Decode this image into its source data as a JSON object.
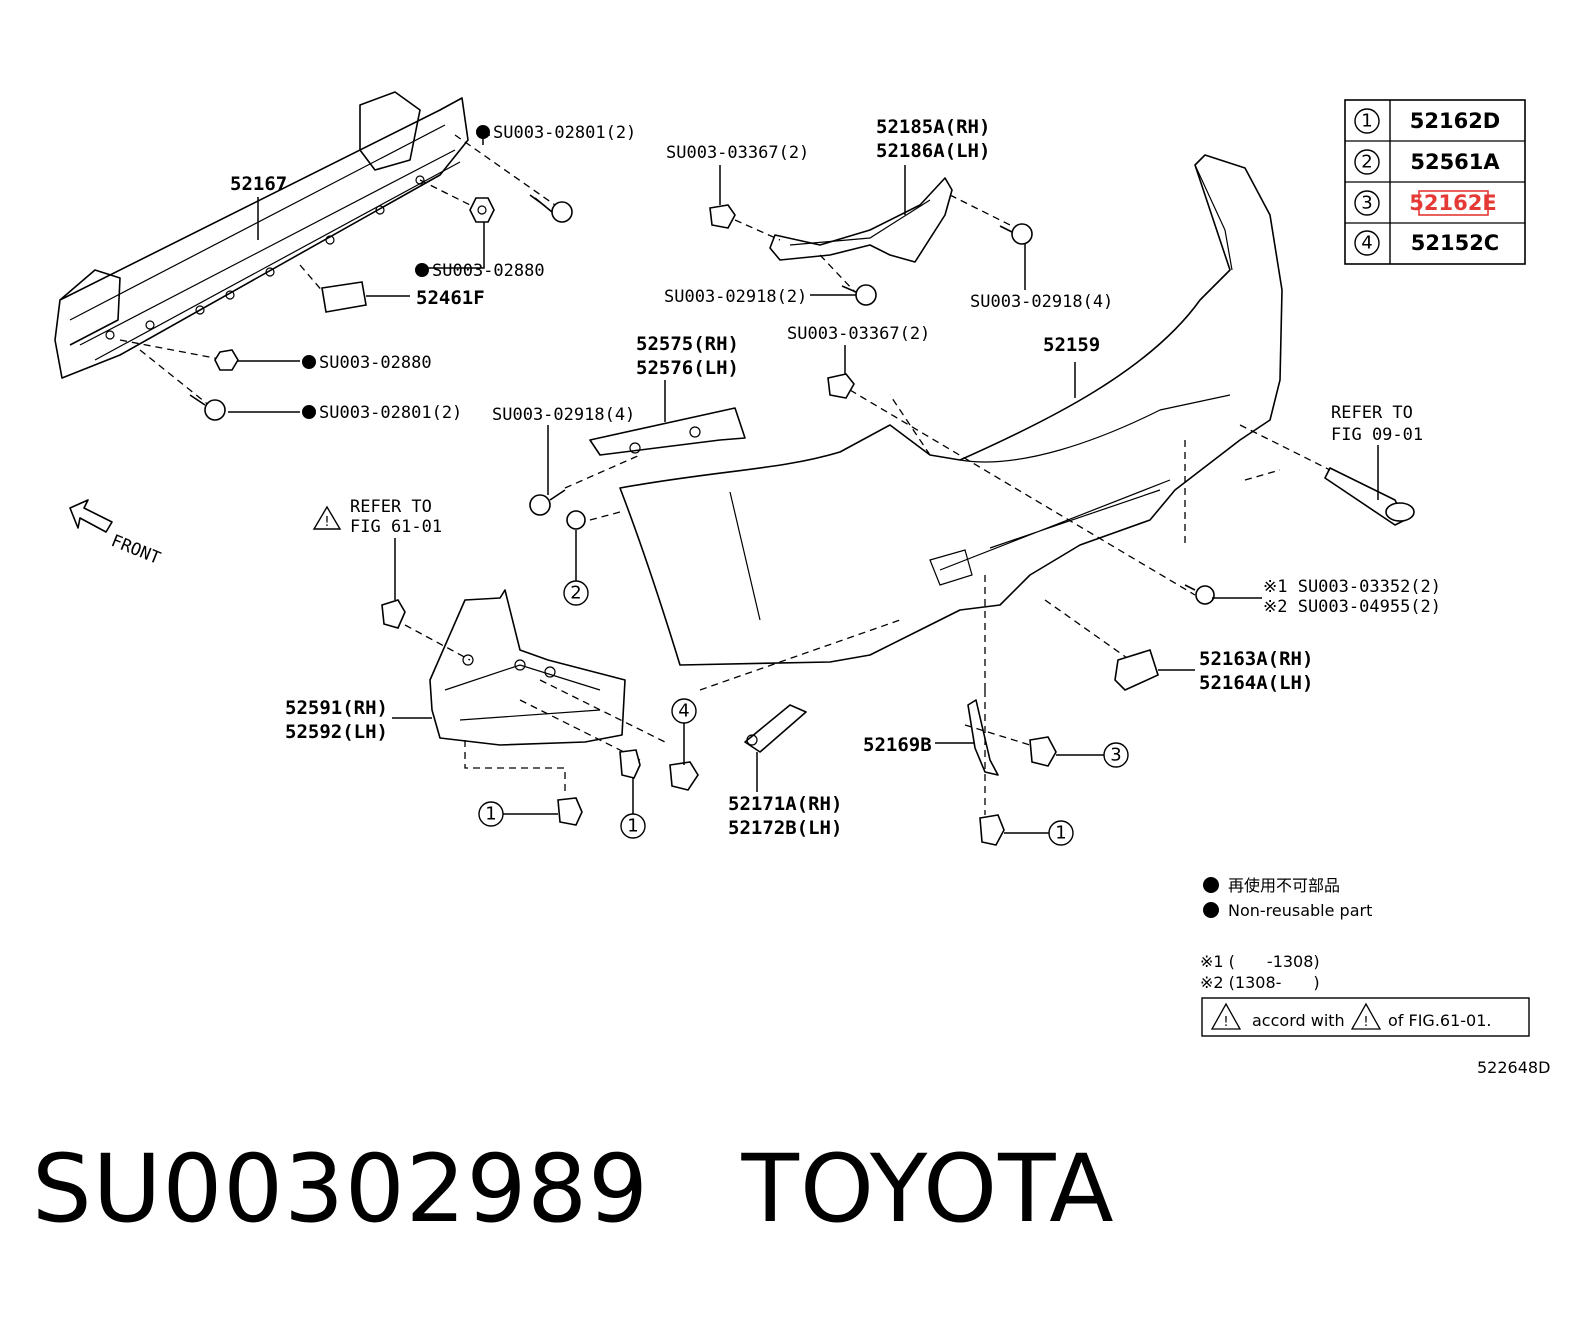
{
  "callouts": {
    "c52167": "52167",
    "su02801_top": "SU003-02801(2)",
    "su02880_top": "SU003-02880",
    "c52461f": "52461F",
    "su02880_mid": "SU003-02880",
    "su02801_mid": "SU003-02801(2)",
    "su03367_top": "SU003-03367(2)",
    "c52185a": "52185A(RH)",
    "c52186a": "52186A(LH)",
    "su02918_2": "SU003-02918(2)",
    "su02918_4r": "SU003-02918(4)",
    "su03367_mid": "SU003-03367(2)",
    "c52159": "52159",
    "c52575": "52575(RH)",
    "c52576": "52576(LH)",
    "su02918_4l": "SU003-02918(4)",
    "refer_61_a": "REFER TO",
    "refer_61_b": "FIG 61-01",
    "refer_09_a": "REFER TO",
    "refer_09_b": "FIG 09-01",
    "front": "FRONT",
    "su03352": "※1 SU003-03352(2)",
    "su04955": "※2 SU003-04955(2)",
    "c52163a": "52163A(RH)",
    "c52164a": "52164A(LH)",
    "c52591": "52591(RH)",
    "c52592": "52592(LH)",
    "c52169b": "52169B",
    "c52171a": "52171A(RH)",
    "c52172b": "52172B(LH)"
  },
  "circled_numbers": [
    "1",
    "2",
    "3",
    "4"
  ],
  "legend_table": [
    {
      "num": "1",
      "part": "52162D"
    },
    {
      "num": "2",
      "part": "52561A"
    },
    {
      "num": "3",
      "part": "52162E"
    },
    {
      "num": "4",
      "part": "52152C"
    }
  ],
  "notes": {
    "nonreusable_jp": "再使用不可部品",
    "nonreusable_en": "Non-reusable part",
    "note1": "※1 (　　-1308)",
    "note2": "※2 (1308-　　)",
    "accord_a": "accord with",
    "accord_b": "of FIG.61-01.",
    "fig_code": "522648D"
  },
  "caption": "SU00302989   TOYOTA",
  "colors": {
    "highlight": "#e53935",
    "ink": "#000000"
  }
}
